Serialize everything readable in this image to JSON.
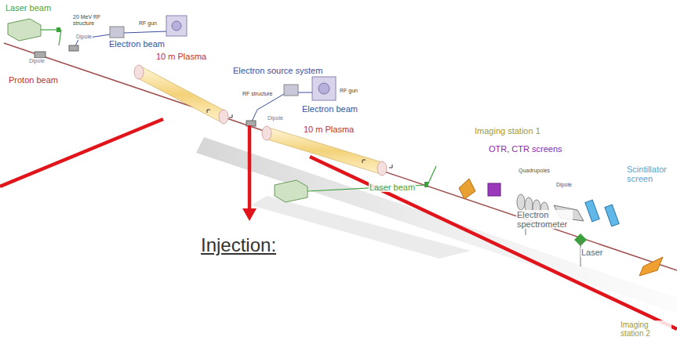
{
  "diagram": {
    "labels": [
      "Laser beam",
      "20 MeV RF structure",
      "RF gun",
      "Dipole",
      "Dipole",
      "Electron beam",
      "10 m Plasma",
      "Proton beam",
      "Electron source system",
      "RF structure",
      "RF gun",
      "Electron beam",
      "Dipole",
      "10 m Plasma",
      "Imaging station 1",
      "OTR, CTR screens",
      "Quadrupoles",
      "Dipole",
      "Scintillator screen",
      "Laser beam",
      "Electron spectrometer",
      "Laser",
      "Imaging station 2",
      "Injection:"
    ]
  }
}
